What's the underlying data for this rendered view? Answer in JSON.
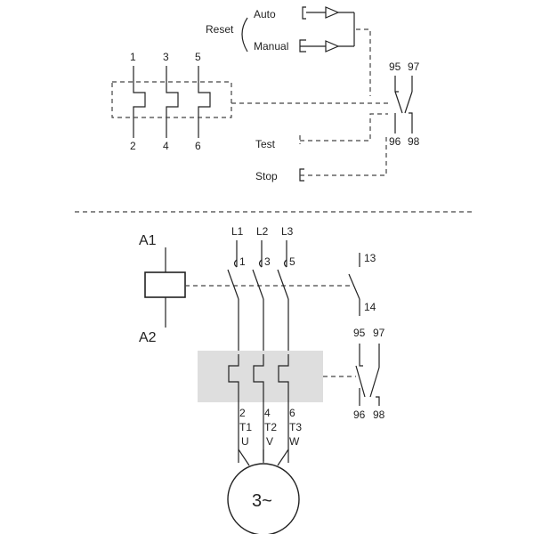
{
  "relay": {
    "reset_label": "Reset",
    "auto_label": "Auto",
    "manual_label": "Manual",
    "poles_top": [
      "1",
      "3",
      "5"
    ],
    "poles_bottom": [
      "2",
      "4",
      "6"
    ],
    "nc_contact_top": "95",
    "no_contact_top": "97",
    "nc_contact_bottom": "96",
    "no_contact_bottom": "98",
    "test_label": "Test",
    "stop_label": "Stop"
  },
  "circuit": {
    "coil_a1": "A1",
    "coil_a2": "A2",
    "lines": [
      "L1",
      "L2",
      "L3"
    ],
    "main_contacts": [
      "1",
      "3",
      "5"
    ],
    "aux_no_top": "13",
    "aux_no_bottom": "14",
    "ol_nc_top": "95",
    "ol_no_top": "97",
    "ol_nc_bottom": "96",
    "ol_no_bottom": "98",
    "terminal_numbers": [
      "2",
      "4",
      "6"
    ],
    "terminal_t": [
      "T1",
      "T2",
      "T3"
    ],
    "terminal_uvw": [
      "U",
      "V",
      "W"
    ],
    "motor_label": "3~"
  }
}
